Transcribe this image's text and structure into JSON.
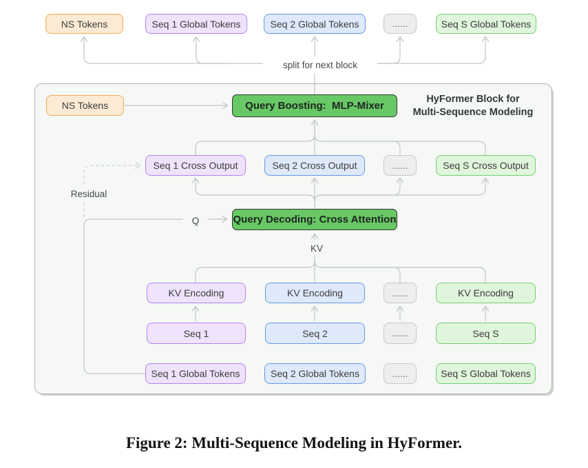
{
  "colors": {
    "orange_bg": "#fcebd4",
    "orange_border": "#f0a952",
    "purple_bg": "#efe3fc",
    "purple_border": "#b183ea",
    "blue_bg": "#dfe9fc",
    "blue_border": "#6498df",
    "gray_bg": "#eeeeef",
    "gray_border": "#c6c6c8",
    "green_bg": "#dff5dc",
    "green_border": "#74ce71",
    "accent_bg": "#68c865",
    "accent_border": "#2f3432",
    "block_bg": "#f6f8f6",
    "block_border": "#abb3ab",
    "line": "#c2c5c6"
  },
  "top_row": {
    "ns": "NS Tokens",
    "seq1": "Seq 1 Global Tokens",
    "seq2": "Seq 2 Global Tokens",
    "dots": "......",
    "seqs": "Seq S Global Tokens"
  },
  "split_label": "split for next block",
  "block": {
    "title_line1": "HyFormer Block for",
    "title_line2": "Multi-Sequence Modeling",
    "ns": "NS Tokens",
    "query_boosting": "Query Boosting:  MLP-Mixer",
    "cross_output": {
      "seq1": "Seq 1 Cross Output",
      "seq2": "Seq 2 Cross Output",
      "dots": "......",
      "seqs": "Seq S Cross Output"
    },
    "residual_label": "Residual",
    "q_label": "Q",
    "query_decoding": "Query Decoding: Cross Attention",
    "kv_label": "KV",
    "kv_row": {
      "seq1": "KV Encoding",
      "seq2": "KV Encoding",
      "dots": "......",
      "seqs": "KV Encoding"
    },
    "seq_row": {
      "seq1": "Seq 1",
      "seq2": "Seq 2",
      "dots": "......",
      "seqs": "Seq S"
    },
    "global_row": {
      "seq1": "Seq 1 Global Tokens",
      "seq2": "Seq 2 Global Tokens",
      "dots": "......",
      "seqs": "Seq S Global Tokens"
    }
  },
  "caption": "Figure 2: Multi-Sequence Modeling in HyFormer."
}
